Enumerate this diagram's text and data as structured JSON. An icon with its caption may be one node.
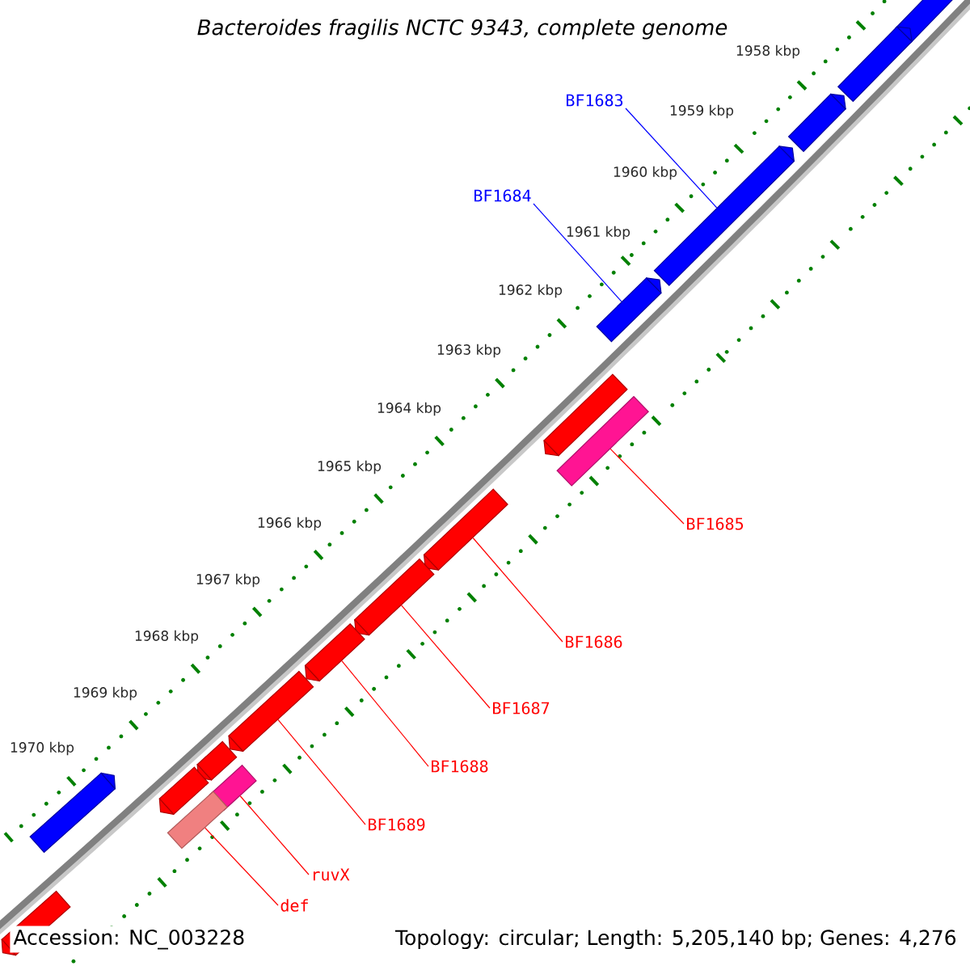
{
  "diagram": {
    "title": "Bacteroides fragilis NCTC 9343, complete genome",
    "nodes": [
      {
        "text": [],
        "shape": "arrow"
      },
      {
        "text": [],
        "shape": "arrow"
      },
      {
        "text": [
          "BF1683"
        ]
      },
      {
        "text": [],
        "shape": "arrow"
      },
      {
        "text": [
          "BF1684"
        ]
      },
      {
        "text": [],
        "shape": "arrow"
      },
      {
        "text": [],
        "shape": "arrow"
      },
      {
        "text": [],
        "shape": "arrow"
      },
      {
        "text": [],
        "shape": "bar"
      },
      {
        "text": [
          "BF1685"
        ]
      },
      {
        "text": [],
        "shape": "arrow"
      },
      {
        "text": [
          "BF1686"
        ]
      },
      {
        "text": [],
        "shape": "arrow"
      },
      {
        "text": [
          "BF1687"
        ]
      },
      {
        "text": [],
        "shape": "arrow"
      },
      {
        "text": [
          "BF1688"
        ]
      },
      {
        "text": [],
        "shape": "arrow"
      },
      {
        "text": [
          "BF1689"
        ]
      },
      {
        "text": [],
        "shape": "arrow"
      },
      {
        "text": [],
        "shape": "arrow"
      },
      {
        "text": [],
        "shape": "bar"
      },
      {
        "text": [],
        "shape": "arrow"
      },
      {
        "text": [
          "ruvX"
        ]
      },
      {
        "text": [],
        "shape": "bar"
      },
      {
        "text": [
          "def"
        ]
      },
      {
        "text": [],
        "shape": "arrow"
      }
    ],
    "edges": [
      {
        "from": 2,
        "to": 5,
        "arrow": "none",
        "color": "#0000ff"
      },
      {
        "from": 4,
        "to": 6,
        "arrow": "none",
        "color": "#0000ff"
      },
      {
        "from": 9,
        "to": 8,
        "arrow": "none"
      },
      {
        "from": 11,
        "to": 10,
        "arrow": "none"
      },
      {
        "from": 13,
        "to": 12,
        "arrow": "none"
      },
      {
        "from": 15,
        "to": 14,
        "arrow": "none"
      },
      {
        "from": 17,
        "to": 16,
        "arrow": "none"
      },
      {
        "from": 22,
        "to": 20,
        "arrow": "none"
      },
      {
        "from": 24,
        "to": 23,
        "arrow": "none"
      }
    ],
    "labels": [
      "1958 kbp",
      "1959 kbp",
      "1960 kbp",
      "1961 kbp",
      "1962 kbp",
      "1963 kbp",
      "1964 kbp",
      "1965 kbp",
      "1966 kbp",
      "1967 kbp",
      "1968 kbp",
      "1969 kbp",
      "1970 kbp",
      "Accession: NC_003228",
      "Topology: circular; Length: 5,205,140 bp; Genes: 4,276"
    ]
  }
}
